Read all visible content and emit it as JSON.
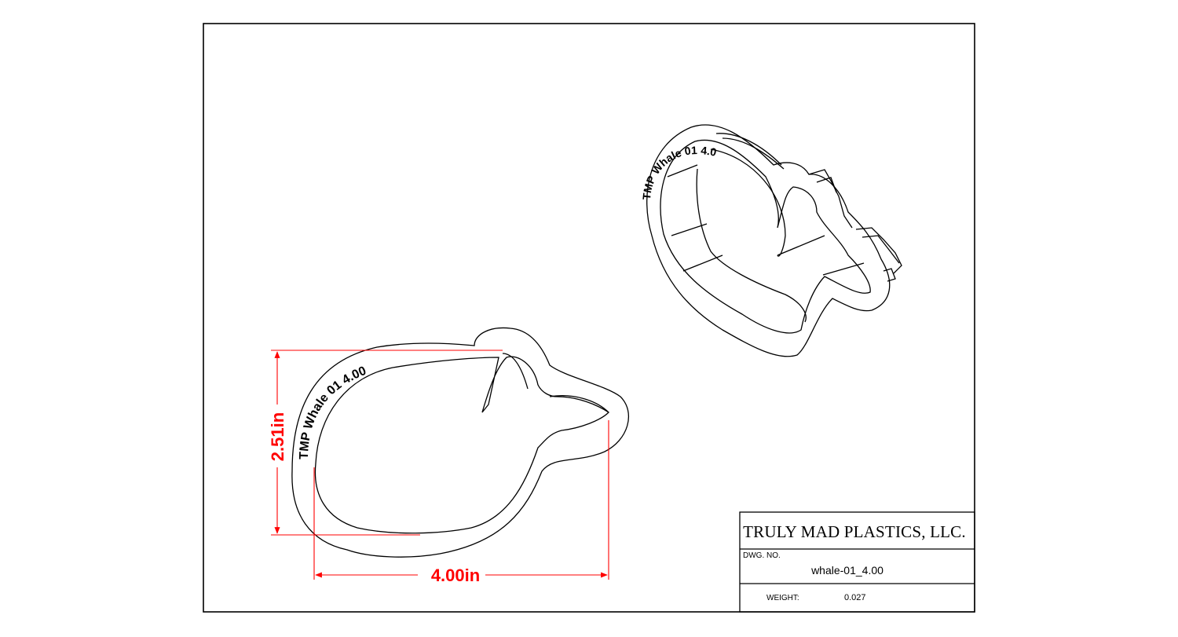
{
  "title_block": {
    "company": "TRULY MAD PLASTICS, LLC.",
    "dwg_no_label": "DWG.  NO.",
    "dwg_no_value": "whale-01_4.00",
    "weight_label": "WEIGHT:",
    "weight_value": "0.027"
  },
  "engraving": {
    "front_text": "TMP Whale 01  4.00",
    "iso_text": "TMP Whale 01  4.00"
  },
  "dimensions": {
    "width_label": "4.00in",
    "height_label": "2.51in"
  },
  "colors": {
    "line": "#000000",
    "dimension": "#ff0000",
    "background": "#ffffff"
  }
}
